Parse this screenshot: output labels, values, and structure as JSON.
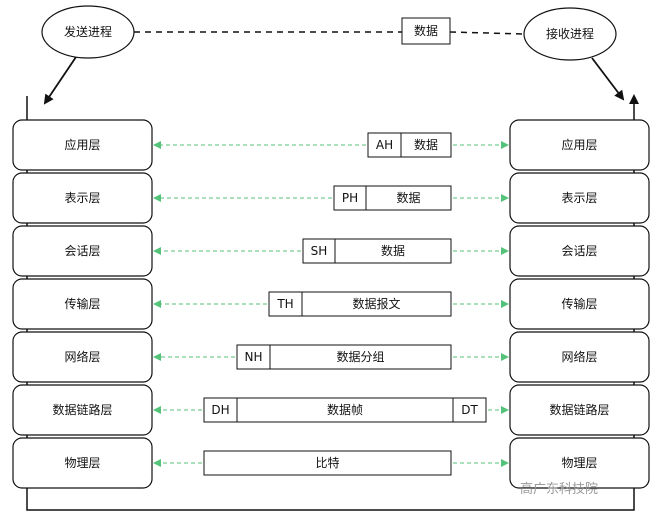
{
  "top": {
    "sender": "发送进程",
    "receiver": "接收进程",
    "data": "数据"
  },
  "layers": [
    {
      "name": "应用层",
      "header": "AH",
      "payload": "数据",
      "trailer": ""
    },
    {
      "name": "表示层",
      "header": "PH",
      "payload": "数据",
      "trailer": ""
    },
    {
      "name": "会话层",
      "header": "SH",
      "payload": "数据",
      "trailer": ""
    },
    {
      "name": "传输层",
      "header": "TH",
      "payload": "数据报文",
      "trailer": ""
    },
    {
      "name": "网络层",
      "header": "NH",
      "payload": "数据分组",
      "trailer": ""
    },
    {
      "name": "数据链路层",
      "header": "DH",
      "payload": "数据帧",
      "trailer": "DT"
    },
    {
      "name": "物理层",
      "header": "",
      "payload": "比特",
      "trailer": ""
    }
  ],
  "watermark": "高广东科技院",
  "colors": {
    "stroke": "#111111",
    "dashed_link": "#55c27a"
  }
}
